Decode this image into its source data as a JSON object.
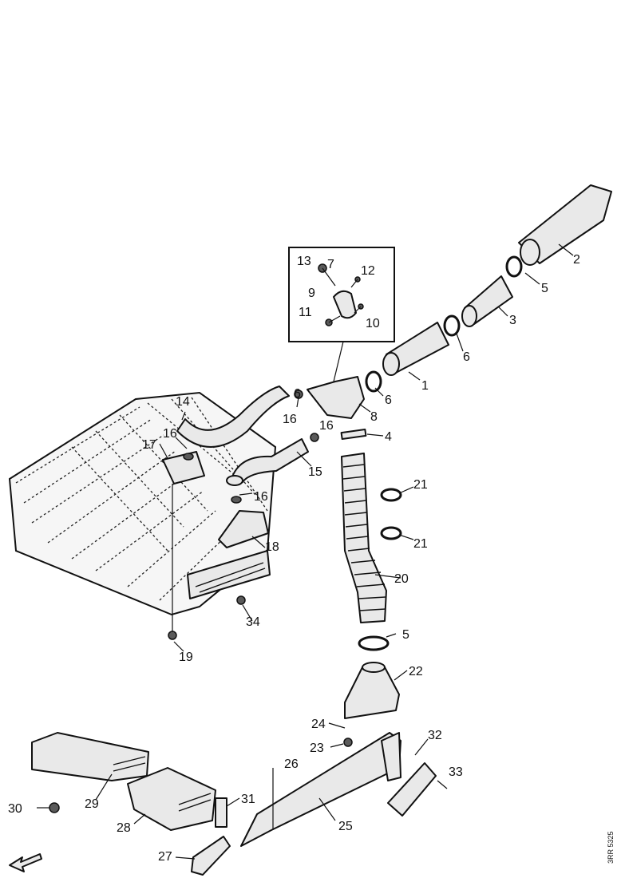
{
  "diagram": {
    "reference_code": "3RR 5325",
    "callouts": {
      "c1": "1",
      "c2": "2",
      "c3": "3",
      "c4": "4",
      "c5a": "5",
      "c5b": "5",
      "c6a": "6",
      "c6b": "6",
      "c6c": "6",
      "c7": "7",
      "c8": "8",
      "c9": "9",
      "c10": "10",
      "c11": "11",
      "c12": "12",
      "c13": "13",
      "c14": "14",
      "c15": "15",
      "c16a": "16",
      "c16b": "16",
      "c16c": "16",
      "c17": "17",
      "c18": "18",
      "c19": "19",
      "c20": "20",
      "c21a": "21",
      "c21b": "21",
      "c22": "22",
      "c23": "23",
      "c24": "24",
      "c25": "25",
      "c26": "26",
      "c27": "27",
      "c28": "28",
      "c29": "29",
      "c30": "30",
      "c31": "31",
      "c32": "32",
      "c33": "33",
      "c34": "34"
    }
  }
}
